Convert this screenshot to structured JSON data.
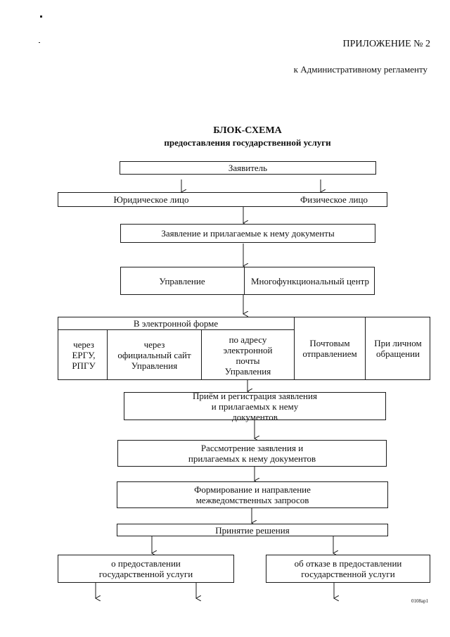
{
  "header": {
    "appendix": "ПРИЛОЖЕНИЕ № 2",
    "appendix_to": "к Административному регламенту"
  },
  "title": {
    "main": "БЛОК-СХЕМА",
    "sub": "предоставления государственной услуги"
  },
  "flow": {
    "applicant": "Заявитель",
    "legal_entity": "Юридическое лицо",
    "individual": "Физическое лицо",
    "application_docs": "Заявление и прилагаемые к нему документы",
    "department": "Управление",
    "mfc": "Многофункциональный центр",
    "electronic_form": "В электронной форме",
    "via_ergu": "через ЕРГУ, РПГУ",
    "via_official_site": "через официальный сайт Управления",
    "via_email": "по адресу электронной почты Управления",
    "by_mail": "Почтовым отправлением",
    "in_person": "При личном обращении",
    "reception": "Приём и регистрация заявления и прилагаемых к нему документов",
    "review": "Рассмотрение заявления и прилагаемых к нему документов",
    "interagency": "Формирование и направление межведомственных запросов",
    "decision": "Принятие решения",
    "grant": "о предоставлении государственной услуги",
    "refusal": "об отказе в предоставлении государственной услуги"
  },
  "footer": {
    "code": "0108ар1"
  }
}
